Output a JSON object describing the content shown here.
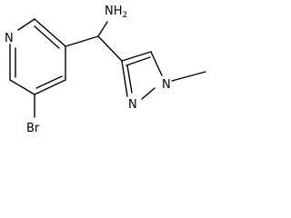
{
  "molecule": {
    "labels": {
      "pyridine_n": "N",
      "amine": "NH",
      "amine_h_count": "2",
      "bromine": "Br",
      "pyrazole_n1": "N",
      "pyrazole_n2": "N"
    },
    "colors": {
      "bond": "#000000",
      "text": "#000000",
      "background": "#ffffff"
    }
  }
}
